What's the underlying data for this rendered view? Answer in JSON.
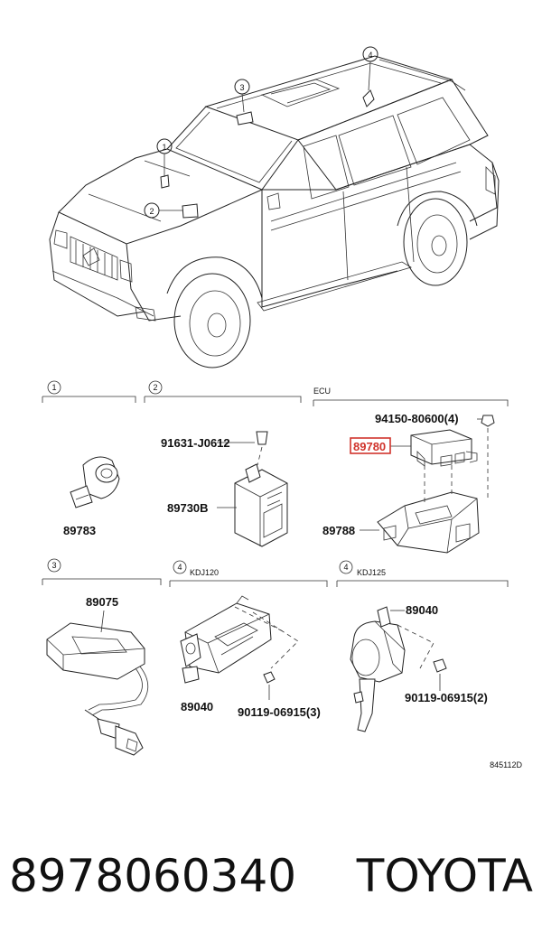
{
  "diagram": {
    "callouts": [
      "1",
      "2",
      "3",
      "4"
    ],
    "sections": [
      {
        "num": "1",
        "sub": "",
        "label": ""
      },
      {
        "num": "2",
        "sub": "",
        "label": ""
      },
      {
        "num": "",
        "sub": "",
        "label": "ECU"
      },
      {
        "num": "3",
        "sub": "",
        "label": ""
      },
      {
        "num": "4",
        "sub": "KDJ120",
        "label": ""
      },
      {
        "num": "4",
        "sub": "KDJ125",
        "label": ""
      }
    ],
    "parts": {
      "p89783": "89783",
      "p91631": "91631-J0612",
      "p89730B": "89730B",
      "p94150": "94150-80600(4)",
      "p89780": "89780",
      "p89788": "89788",
      "p89075": "89075",
      "p89040a": "89040",
      "p90119a": "90119-06915(3)",
      "p89040b": "89040",
      "p90119b": "90119-06915(2)"
    },
    "highlight_color": "#d0342c",
    "ref_code": "845112D"
  },
  "footer": {
    "part_number": "8978060340",
    "brand": "TOYOTA"
  }
}
